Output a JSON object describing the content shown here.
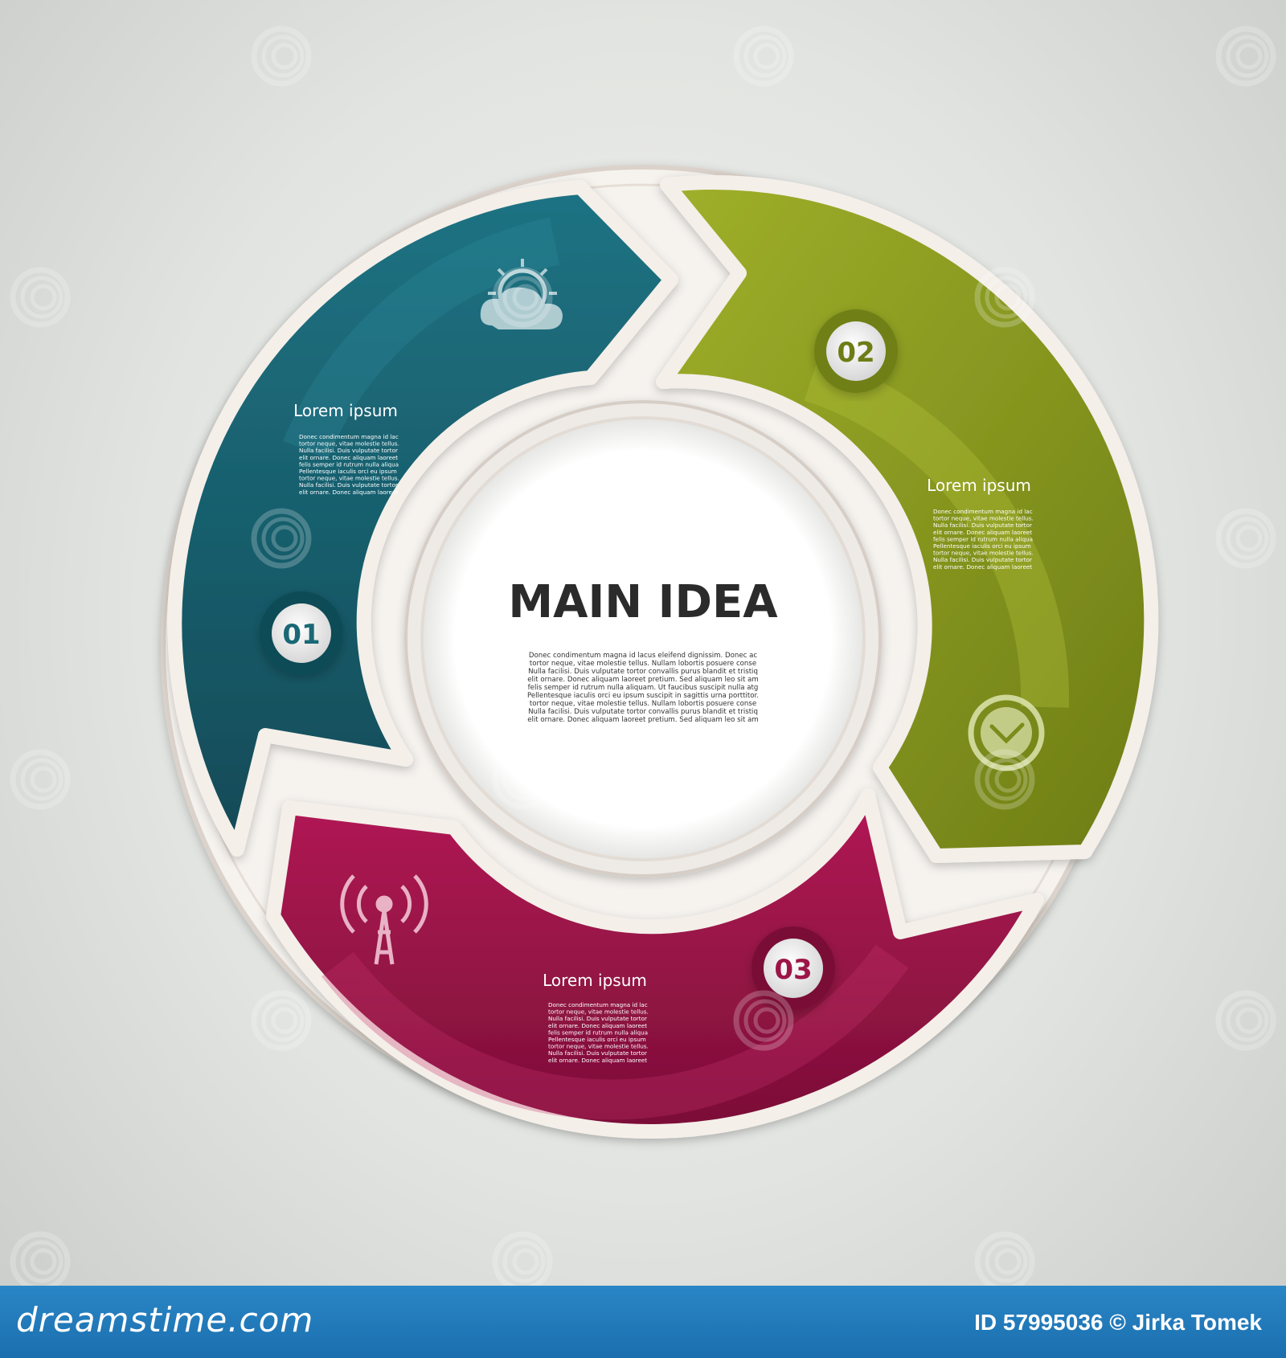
{
  "center": {
    "title": "MAIN IDEA",
    "body": [
      "Donec condimentum magna id lacus eleifend dignissim. Donec ac",
      "tortor neque, vitae molestie tellus. Nullam lobortis posuere  conse",
      "Nulla facilisi. Duis vulputate tortor convallis purus blandit et tristiq",
      "elit ornare. Donec aliquam laoreet pretium. Sed aliquam leo sit am",
      "felis semper id rutrum nulla aliquam. Ut faucibus suscipit nulla atg",
      "Pellentesque iaculis orci eu ipsum suscipit in sagittis urna porttitor.",
      "tortor neque, vitae molestie tellus. Nullam lobortis posuere  conse",
      "Nulla facilisi. Duis vulputate tortor convallis purus blandit et tristiq",
      "elit ornare. Donec aliquam laoreet pretium. Sed aliquam leo sit am"
    ]
  },
  "segments": [
    {
      "number": "01",
      "heading": "Lorem ipsum",
      "icon": "cloud-sun-icon",
      "color": "#1a6876",
      "body": [
        "Donec condimentum magna id lac",
        "tortor neque, vitae molestie tellus.",
        "Nulla facilisi. Duis vulputate tortor",
        "elit ornare. Donec aliquam laoreet",
        "felis semper id rutrum nulla aliqua",
        "Pellentesque iaculis orci eu ipsum",
        "tortor neque, vitae molestie tellus.",
        "Nulla facilisi. Duis vulputate tortor",
        "elit ornare. Donec aliquam laoreet"
      ]
    },
    {
      "number": "02",
      "heading": "Lorem ipsum",
      "icon": "clock-icon",
      "color": "#8a9b22",
      "body": [
        "Donec condimentum magna id lac",
        "tortor neque, vitae molestie tellus.",
        "Nulla facilisi. Duis vulputate tortor",
        "elit ornare. Donec aliquam laoreet",
        "felis semper id rutrum nulla aliqua",
        "Pellentesque iaculis orci eu ipsum",
        "tortor neque, vitae molestie tellus.",
        "Nulla facilisi. Duis vulputate tortor",
        "elit ornare. Donec aliquam laoreet"
      ]
    },
    {
      "number": "03",
      "heading": "Lorem ipsum",
      "icon": "antenna-tower-icon",
      "color": "#9c1548",
      "body": [
        "Donec condimentum magna id lac",
        "tortor neque, vitae molestie tellus.",
        "Nulla facilisi. Duis vulputate tortor",
        "elit ornare. Donec aliquam laoreet",
        "felis semper id rutrum nulla aliqua",
        "Pellentesque iaculis orci eu ipsum",
        "tortor neque, vitae molestie tellus.",
        "Nulla facilisi. Duis vulputate tortor",
        "elit ornare. Donec aliquam laoreet"
      ]
    }
  ],
  "watermark": {
    "text": "dreamstime",
    "icon": "spiral-logo-icon"
  },
  "footer": {
    "brand": "dreamstime.com",
    "credit": "ID 57995036 © Jirka Tomek"
  }
}
